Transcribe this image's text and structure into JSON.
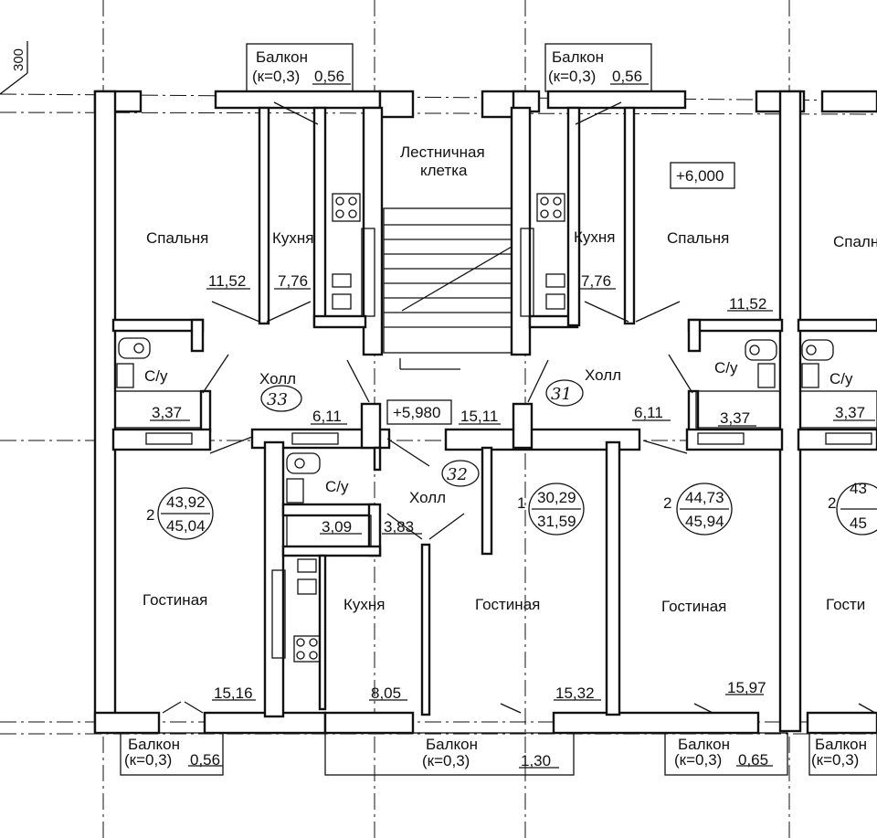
{
  "top_dim": "300",
  "stair": {
    "line1": "Лестничная",
    "line2": "клетка"
  },
  "levels": {
    "top_right": "+6,000",
    "center": "+5,980"
  },
  "rooms": {
    "bedroom_left": "Спальня",
    "bedroom_left_area": "11,52",
    "kitchen_left": "Кухня",
    "kitchen_left_area": "7,76",
    "kitchen_right": "Кухня",
    "kitchen_right_area": "7,76",
    "bedroom_right": "Спальня",
    "bedroom_right_area": "11,52",
    "bedroom_far_right": "Спалн",
    "hall_left": "Холл",
    "hall_left_area": "6,11",
    "hall_center_area": "15,11",
    "hall_right": "Холл",
    "hall_right_area": "6,11",
    "bath_left": "С/у",
    "bath_left_area": "3,37",
    "bath_right": "С/у",
    "bath_right_area": "3,37",
    "bath_far_right": "С/у",
    "bath_far_right_area": "3,37",
    "bath_mid": "С/у",
    "bath_mid_area": "3,09",
    "hall_mid": "Холл",
    "hall_mid_area": "3,83",
    "living1": "Гостиная",
    "living1_area": "15,16",
    "kitchen_mid": "Кухня",
    "kitchen_mid_area": "8,05",
    "living2": "Гостиная",
    "living2_area": "15,32",
    "living3": "Гостиная",
    "living3_area": "15,97",
    "living_far": "Гости"
  },
  "apartments": [
    {
      "rooms": "2",
      "living": "43,92",
      "total": "45,04"
    },
    {
      "rooms": "1",
      "living": "30,29",
      "total": "31,59"
    },
    {
      "rooms": "2",
      "living": "44,73",
      "total": "45,94"
    },
    {
      "rooms": "2",
      "living": "43",
      "total": "45"
    }
  ],
  "marks": {
    "m33": "33",
    "m31": "31",
    "m32": "32"
  },
  "balconies": {
    "top_left": {
      "title": "Балкон",
      "coef": "(к=0,3)",
      "area": "0,56"
    },
    "top_right": {
      "title": "Балкон",
      "coef": "(к=0,3)",
      "area": "0,56"
    },
    "bottom_left": {
      "title": "Балкон",
      "coef": "(к=0,3)",
      "area": "0,56"
    },
    "bottom_center": {
      "title": "Балкон",
      "coef": "(к=0,3)",
      "area": "1,30"
    },
    "bottom_right": {
      "title": "Балкон",
      "coef": "(к=0,3)",
      "area": "0,65"
    },
    "bottom_far": {
      "title": "Балкон",
      "coef": "(к=0,3)"
    }
  }
}
